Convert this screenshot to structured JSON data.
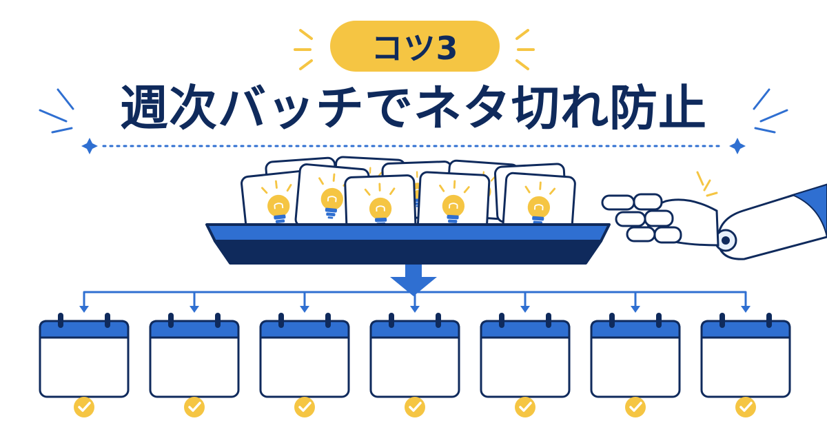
{
  "badge": {
    "text": "コツ3"
  },
  "title": {
    "text": "週次バッチでネタ切れ防止"
  },
  "colors": {
    "navy": "#0f2a5c",
    "blue": "#2f6fd1",
    "yellow": "#f5c543",
    "light_blue": "#e7f0fc",
    "white": "#ffffff"
  },
  "icons": {
    "idea_card": "lightbulb-icon",
    "schedule_slot": "calendar-icon",
    "done_mark": "check-circle-icon",
    "helper": "robot-hand-icon"
  },
  "idea_card_count": 10,
  "calendar_count": 7
}
